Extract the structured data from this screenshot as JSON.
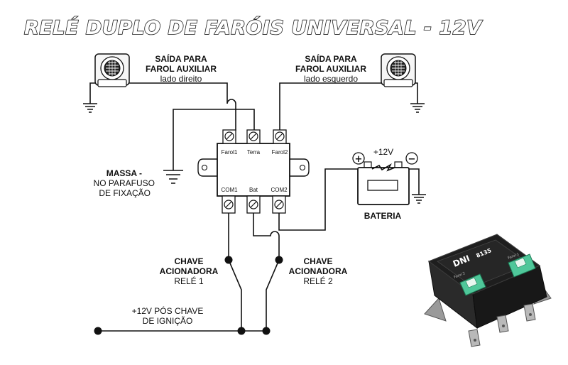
{
  "title": "RELÉ DUPLO DE FARÓIS UNIVERSAL - 12V",
  "lamp_left": {
    "line1": "SAÍDA PARA",
    "line2": "FAROL AUXILIAR",
    "line3": "lado direito"
  },
  "lamp_right": {
    "line1": "SAÍDA PARA",
    "line2": "FAROL AUXILIAR",
    "line3": "lado esquerdo"
  },
  "massa": {
    "line1": "MASSA -",
    "line2": "NO PARAFUSO",
    "line3": "DE FIXAÇÃO"
  },
  "relay": {
    "top_terminals": [
      "Farol1",
      "Terra",
      "Farol2"
    ],
    "bottom_terminals": [
      "COM1",
      "Bat",
      "COM2"
    ]
  },
  "battery": {
    "voltage": "+12V",
    "plus": "+",
    "minus": "−",
    "label": "BATERIA"
  },
  "switch1": {
    "line1": "CHAVE",
    "line2": "ACIONADORA",
    "line3": "RELÉ 1"
  },
  "switch2": {
    "line1": "CHAVE",
    "line2": "ACIONADORA",
    "line3": "RELÉ 2"
  },
  "ignition": {
    "line1": "+12V PÓS CHAVE",
    "line2": "DE IGNIÇÃO"
  },
  "product_photo": {
    "brand": "DNI",
    "model": "8135",
    "fuse_labels": [
      "Farol 2",
      "Farol 1"
    ]
  },
  "colors": {
    "ink": "#111111",
    "fuse_green": "#4fc79a",
    "housing": "#1c1c1c"
  }
}
